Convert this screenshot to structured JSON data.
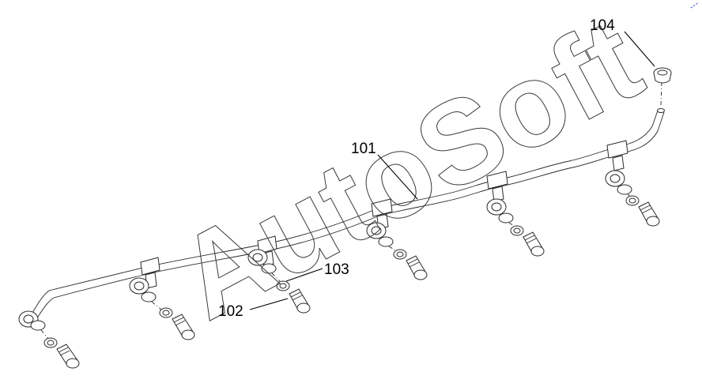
{
  "diagram": {
    "callouts": [
      {
        "id": "101",
        "label": "101"
      },
      {
        "id": "102",
        "label": "102"
      },
      {
        "id": "103",
        "label": "103"
      },
      {
        "id": "104",
        "label": "104"
      }
    ],
    "watermark": "AutoSoft",
    "line_color": "#2a2a2a",
    "background": "#ffffff"
  }
}
